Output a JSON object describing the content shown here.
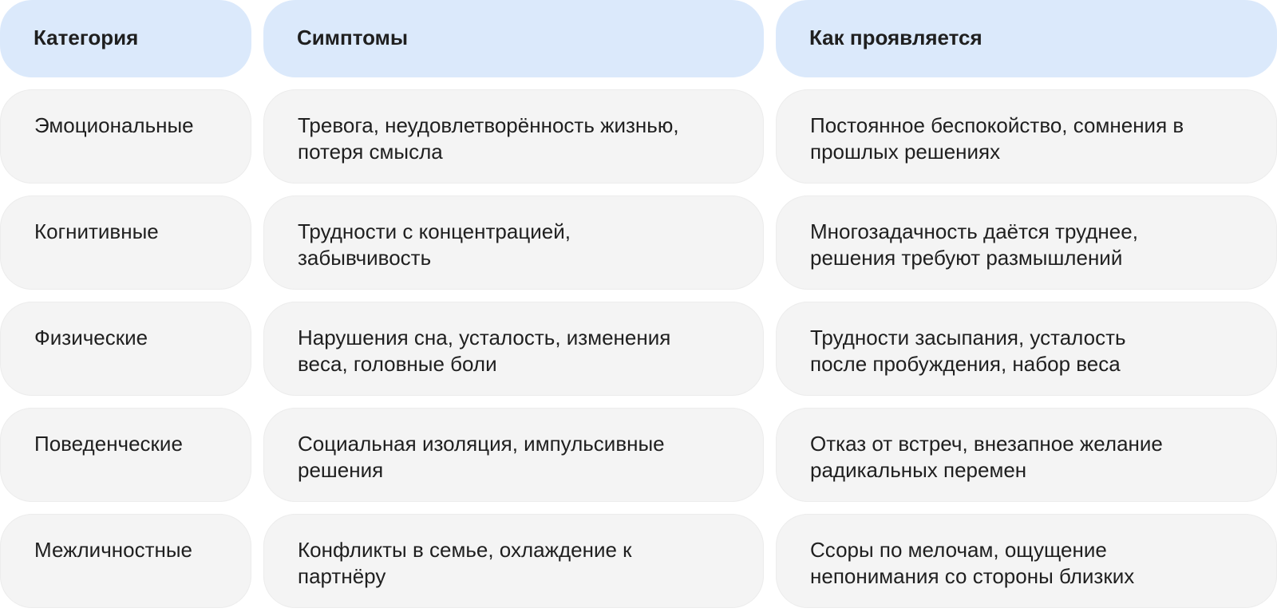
{
  "headers": [
    "Категория",
    "Симптомы",
    "Как проявляется"
  ],
  "rows": [
    {
      "category": "Эмоциональные",
      "symptoms": "Тревога, неудовлетворённость жизнью, потеря смысла",
      "manifestation": "Постоянное беспокойство, сомнения в прошлых решениях"
    },
    {
      "category": "Когнитивные",
      "symptoms": "Трудности с концентрацией, забывчивость",
      "manifestation": "Многозадачность даётся труднее, решения требуют размышлений"
    },
    {
      "category": "Физические",
      "symptoms": "Нарушения сна, усталость, изменения веса, головные боли",
      "manifestation": "Трудности засыпания, усталость после пробуждения, набор веса"
    },
    {
      "category": "Поведенческие",
      "symptoms": "Социальная изоляция, импульсивные решения",
      "manifestation": "Отказ от встреч, внезапное желание радикальных перемен"
    },
    {
      "category": "Межличностные",
      "symptoms": "Конфликты в семье, охлаждение к партнёру",
      "manifestation": "Ссоры по мелочам, ощущение непонимания со стороны близких"
    }
  ]
}
